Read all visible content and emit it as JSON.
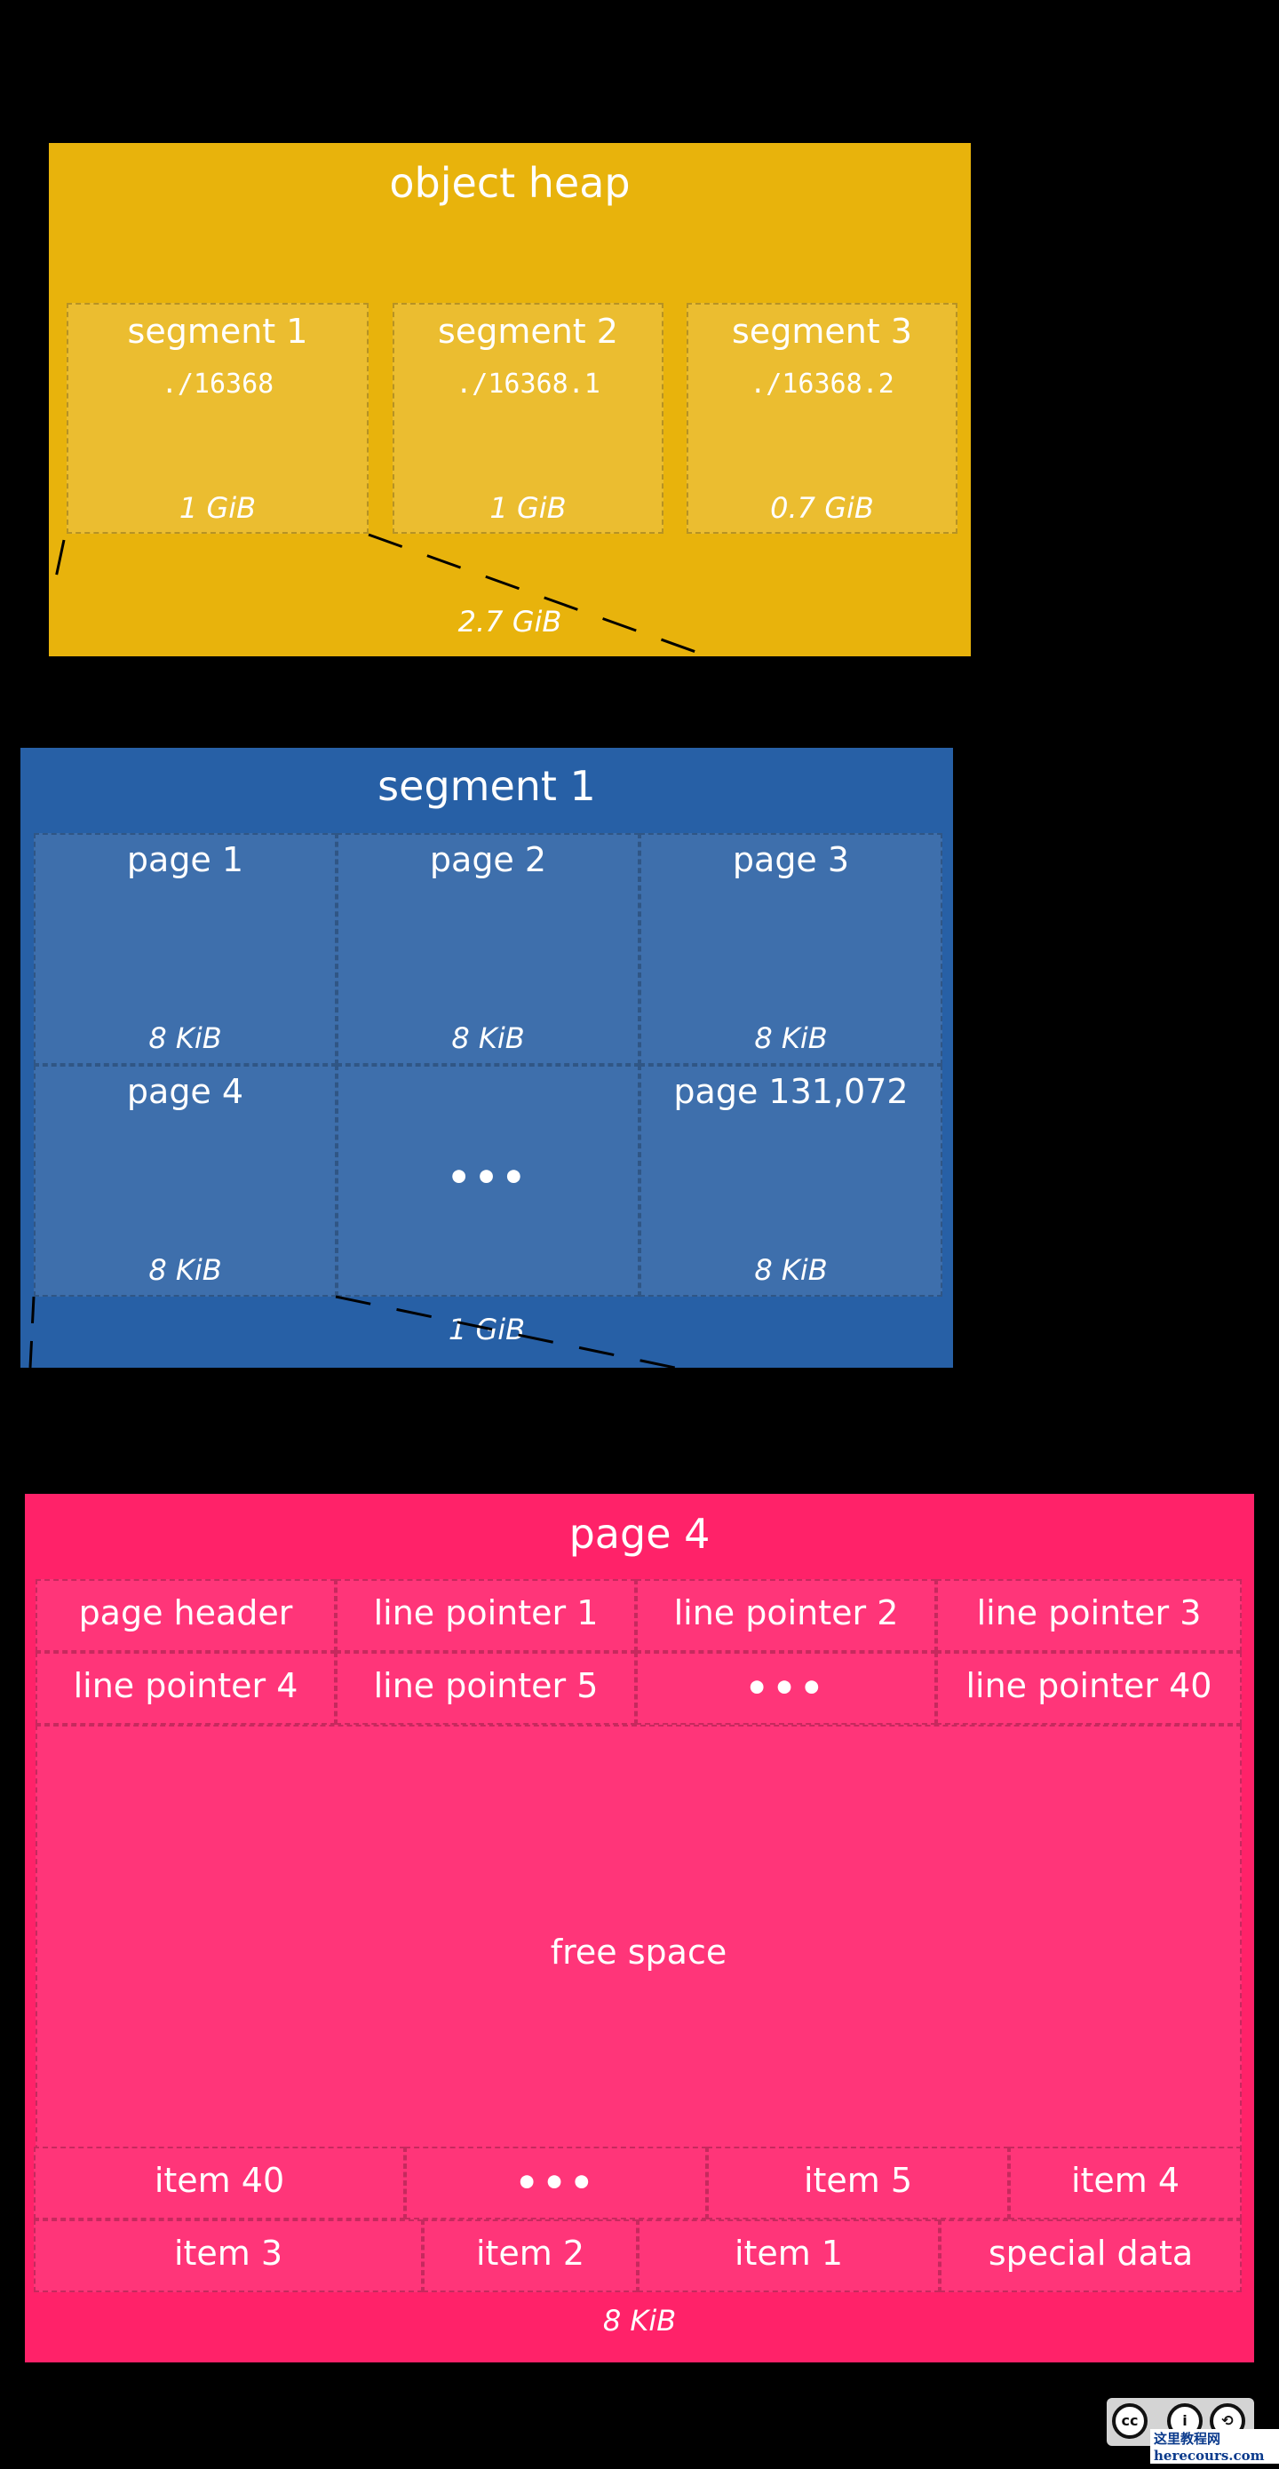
{
  "colors": {
    "heap": "#e8b30c",
    "segment": "#2760a6",
    "page": "#ff2269"
  },
  "heap": {
    "title": "object heap",
    "segments": [
      {
        "name": "segment 1",
        "file": "./16368",
        "size": "1 GiB"
      },
      {
        "name": "segment 2",
        "file": "./16368.1",
        "size": "1 GiB"
      },
      {
        "name": "segment 3",
        "file": "./16368.2",
        "size": "0.7 GiB"
      }
    ],
    "total": "2.7 GiB"
  },
  "segment": {
    "title": "segment 1",
    "pages": [
      {
        "name": "page 1",
        "size": "8 KiB"
      },
      {
        "name": "page 2",
        "size": "8 KiB"
      },
      {
        "name": "page 3",
        "size": "8 KiB"
      },
      {
        "name": "page 4",
        "size": "8 KiB"
      },
      {
        "name": "•••",
        "size": ""
      },
      {
        "name": "page 131,072",
        "size": "8 KiB"
      }
    ],
    "total": "1 GiB"
  },
  "page": {
    "title": "page 4",
    "header_row_1": [
      "page header",
      "line pointer 1",
      "line pointer 2",
      "line pointer 3"
    ],
    "header_row_2": [
      "line pointer 4",
      "line pointer 5",
      "•••",
      "line pointer 40"
    ],
    "free_space": "free space",
    "items_row_1": [
      "item 40",
      "•••",
      "item 5",
      "item 4"
    ],
    "items_row_2": [
      "item 3",
      "item 2",
      "item 1",
      "special data"
    ],
    "total": "8 KiB"
  },
  "license_badge": {
    "icon": "creative-commons-icon",
    "text": "cc"
  },
  "watermark": "这里教程网 herecours.com"
}
